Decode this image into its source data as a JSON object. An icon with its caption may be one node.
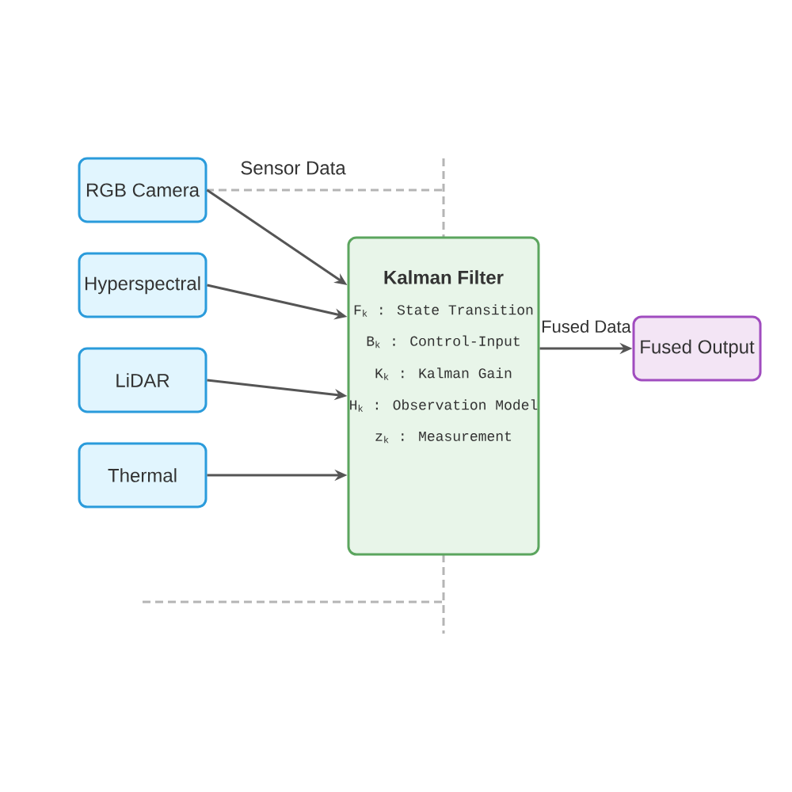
{
  "diagram": {
    "nodes": [
      {
        "text": [
          "RGB Camera"
        ]
      },
      {
        "text": [
          "Hyperspectral"
        ]
      },
      {
        "text": [
          "LiDAR"
        ]
      },
      {
        "text": [
          "Thermal"
        ]
      },
      {
        "text": [
          "Kalman Filter",
          "F$_{k}$ : State Transition",
          "B$_{k}$ : Control-Input",
          "K$_{k}$ : Kalman Gain",
          "H$_{k}$ : Observation Model",
          "z$_{k}$ : Measurement"
        ]
      },
      {
        "text": [
          "Fused Output"
        ]
      }
    ],
    "edges": [
      {
        "from": 0,
        "to": 4,
        "arrow": "to"
      },
      {
        "from": 1,
        "to": 4,
        "arrow": "to"
      },
      {
        "from": 2,
        "to": 4,
        "arrow": "to"
      },
      {
        "from": 3,
        "to": 4,
        "arrow": "to"
      },
      {
        "from": 4,
        "to": 5,
        "arrow": "to",
        "label": "Fused Data"
      }
    ],
    "labels": [
      "Sensor Data"
    ]
  }
}
